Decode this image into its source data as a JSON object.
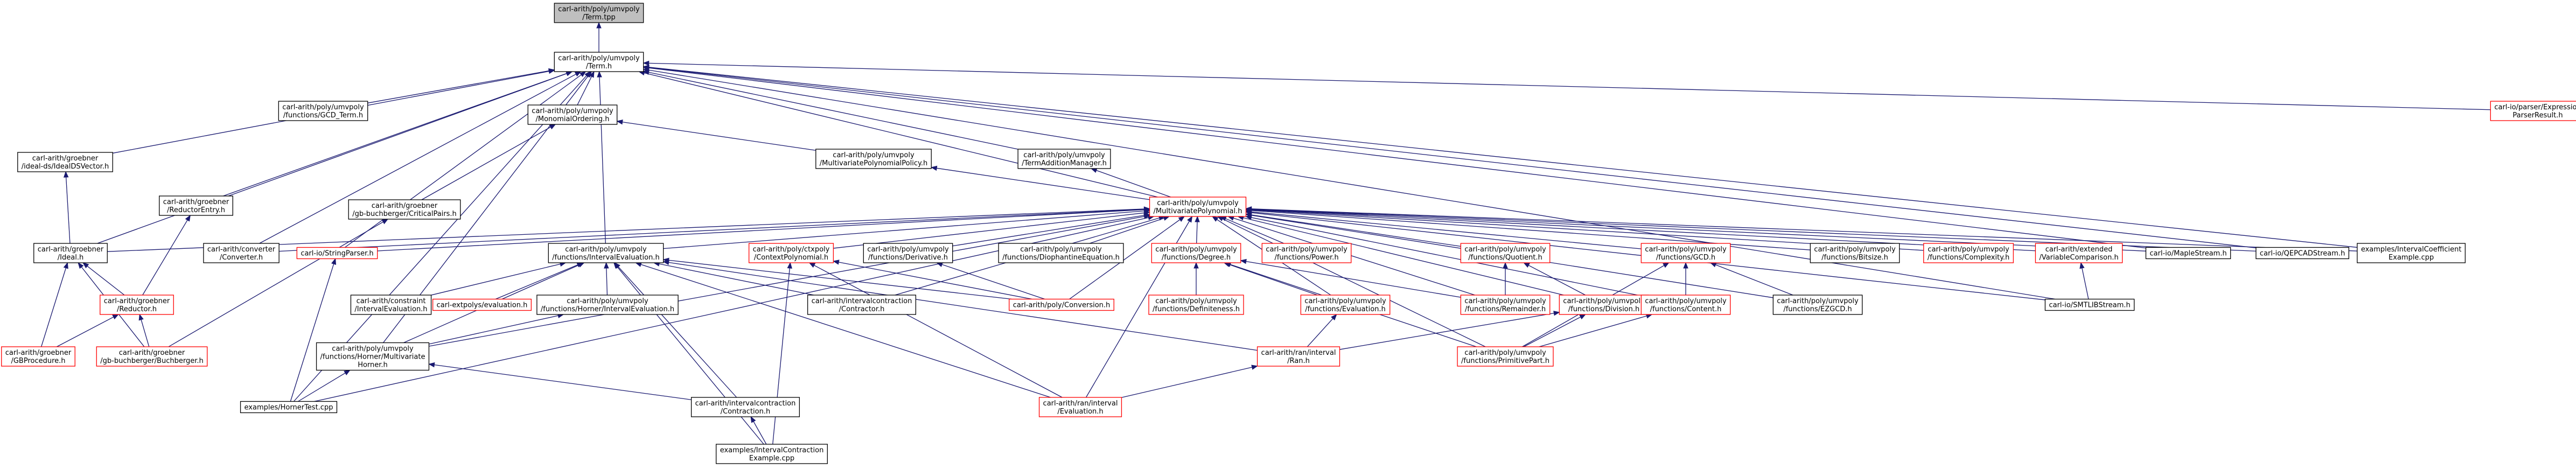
{
  "nodes": [
    {
      "id": "n_root",
      "lines": [
        "carl-arith/poly/umvpoly",
        "/Term.tpp"
      ],
      "style": "root"
    },
    {
      "id": "n_term",
      "lines": [
        "carl-arith/poly/umvpoly",
        "/Term.h"
      ],
      "style": "normal"
    },
    {
      "id": "n_ideal_ds",
      "lines": [
        "carl-arith/groebner",
        "/ideal-ds/IdealDSVector.h"
      ],
      "style": "normal"
    },
    {
      "id": "n_gcd_term",
      "lines": [
        "carl-arith/poly/umvpoly",
        "/functions/GCD_Term.h"
      ],
      "style": "normal"
    },
    {
      "id": "n_mono_order",
      "lines": [
        "carl-arith/poly/umvpoly",
        "/MonomialOrdering.h"
      ],
      "style": "normal"
    },
    {
      "id": "n_parser_expr",
      "lines": [
        "carl-io/parser/Expression",
        "ParserResult.h"
      ],
      "style": "red"
    },
    {
      "id": "n_reductor_entry",
      "lines": [
        "carl-arith/groebner",
        "/ReductorEntry.h"
      ],
      "style": "normal"
    },
    {
      "id": "n_mvp_policy",
      "lines": [
        "carl-arith/poly/umvpoly",
        "/MultivariatePolynomialPolicy.h"
      ],
      "style": "normal"
    },
    {
      "id": "n_term_add",
      "lines": [
        "carl-arith/poly/umvpoly",
        "/TermAdditionManager.h"
      ],
      "style": "normal"
    },
    {
      "id": "n_critical_pairs",
      "lines": [
        "carl-arith/groebner",
        "/gb-buchberger/CriticalPairs.h"
      ],
      "style": "normal"
    },
    {
      "id": "n_mvp",
      "lines": [
        "carl-arith/poly/umvpoly",
        "/MultivariatePolynomial.h"
      ],
      "style": "red"
    },
    {
      "id": "n_ideal",
      "lines": [
        "carl-arith/groebner",
        "/Ideal.h"
      ],
      "style": "normal"
    },
    {
      "id": "n_converter",
      "lines": [
        "carl-arith/converter",
        "/Converter.h"
      ],
      "style": "normal"
    },
    {
      "id": "n_string_parser",
      "lines": [
        "carl-io/StringParser.h"
      ],
      "style": "red"
    },
    {
      "id": "n_interval_eval",
      "lines": [
        "carl-arith/poly/umvpoly",
        "/functions/IntervalEvaluation.h"
      ],
      "style": "normal"
    },
    {
      "id": "n_ctx_poly",
      "lines": [
        "carl-arith/poly/ctxpoly",
        "/ContextPolynomial.h"
      ],
      "style": "red"
    },
    {
      "id": "n_derivative",
      "lines": [
        "carl-arith/poly/umvpoly",
        "/functions/Derivative.h"
      ],
      "style": "normal"
    },
    {
      "id": "n_diophantine",
      "lines": [
        "carl-arith/poly/umvpoly",
        "/functions/DiophantineEquation.h"
      ],
      "style": "normal"
    },
    {
      "id": "n_degree",
      "lines": [
        "carl-arith/poly/umvpoly",
        "/functions/Degree.h"
      ],
      "style": "red"
    },
    {
      "id": "n_power",
      "lines": [
        "carl-arith/poly/umvpoly",
        "/functions/Power.h"
      ],
      "style": "red"
    },
    {
      "id": "n_quotient",
      "lines": [
        "carl-arith/poly/umvpoly",
        "/functions/Quotient.h"
      ],
      "style": "red"
    },
    {
      "id": "n_gcd",
      "lines": [
        "carl-arith/poly/umvpoly",
        "/functions/GCD.h"
      ],
      "style": "red"
    },
    {
      "id": "n_bitsize",
      "lines": [
        "carl-arith/poly/umvpoly",
        "/functions/Bitsize.h"
      ],
      "style": "normal"
    },
    {
      "id": "n_complexity",
      "lines": [
        "carl-arith/poly/umvpoly",
        "/functions/Complexity.h"
      ],
      "style": "red"
    },
    {
      "id": "n_var_compare",
      "lines": [
        "carl-arith/extended",
        "/VariableComparison.h"
      ],
      "style": "red"
    },
    {
      "id": "n_maple",
      "lines": [
        "carl-io/MapleStream.h"
      ],
      "style": "normal"
    },
    {
      "id": "n_qepcad",
      "lines": [
        "carl-io/QEPCADStream.h"
      ],
      "style": "normal"
    },
    {
      "id": "n_interval_coeff",
      "lines": [
        "examples/IntervalCoefficient",
        "Example.cpp"
      ],
      "style": "normal"
    },
    {
      "id": "n_reductor",
      "lines": [
        "carl-arith/groebner",
        "/Reductor.h"
      ],
      "style": "red"
    },
    {
      "id": "n_constraint_ie",
      "lines": [
        "carl-arith/constraint",
        "/IntervalEvaluation.h"
      ],
      "style": "normal"
    },
    {
      "id": "n_extpoly_eval",
      "lines": [
        "carl-extpolys/evaluation.h"
      ],
      "style": "red"
    },
    {
      "id": "n_horner_ie",
      "lines": [
        "carl-arith/poly/umvpoly",
        "/functions/Horner/IntervalEvaluation.h"
      ],
      "style": "normal"
    },
    {
      "id": "n_contractor",
      "lines": [
        "carl-arith/intervalcontraction",
        "/Contractor.h"
      ],
      "style": "normal"
    },
    {
      "id": "n_conversion",
      "lines": [
        "carl-arith/poly/Conversion.h"
      ],
      "style": "red"
    },
    {
      "id": "n_definiteness",
      "lines": [
        "carl-arith/poly/umvpoly",
        "/functions/Definiteness.h"
      ],
      "style": "red"
    },
    {
      "id": "n_evaluation",
      "lines": [
        "carl-arith/poly/umvpoly",
        "/functions/Evaluation.h"
      ],
      "style": "red"
    },
    {
      "id": "n_remainder",
      "lines": [
        "carl-arith/poly/umvpoly",
        "/functions/Remainder.h"
      ],
      "style": "red"
    },
    {
      "id": "n_division",
      "lines": [
        "carl-arith/poly/umvpoly",
        "/functions/Division.h"
      ],
      "style": "red"
    },
    {
      "id": "n_content",
      "lines": [
        "carl-arith/poly/umvpoly",
        "/functions/Content.h"
      ],
      "style": "red"
    },
    {
      "id": "n_ezgcd",
      "lines": [
        "carl-arith/poly/umvpoly",
        "/functions/EZGCD.h"
      ],
      "style": "normal"
    },
    {
      "id": "n_smtlib",
      "lines": [
        "carl-io/SMTLIBStream.h"
      ],
      "style": "normal"
    },
    {
      "id": "n_gb_procedure",
      "lines": [
        "carl-arith/groebner",
        "/GBProcedure.h"
      ],
      "style": "red"
    },
    {
      "id": "n_gb_buchberger",
      "lines": [
        "carl-arith/groebner",
        "/gb-buchberger/Buchberger.h"
      ],
      "style": "red"
    },
    {
      "id": "n_horner_mv",
      "lines": [
        "carl-arith/poly/umvpoly",
        "/functions/Horner/Multivariate",
        "Horner.h"
      ],
      "style": "normal"
    },
    {
      "id": "n_ran_interval",
      "lines": [
        "carl-arith/ran/interval",
        "/Ran.h"
      ],
      "style": "red"
    },
    {
      "id": "n_primitive",
      "lines": [
        "carl-arith/poly/umvpoly",
        "/functions/PrimitivePart.h"
      ],
      "style": "red"
    },
    {
      "id": "n_horner_test",
      "lines": [
        "examples/HornerTest.cpp"
      ],
      "style": "normal"
    },
    {
      "id": "n_ic_contraction",
      "lines": [
        "carl-arith/intervalcontraction",
        "/Contraction.h"
      ],
      "style": "normal"
    },
    {
      "id": "n_ran_eval",
      "lines": [
        "carl-arith/ran/interval",
        "/Evaluation.h"
      ],
      "style": "red"
    },
    {
      "id": "n_ic_example",
      "lines": [
        "examples/IntervalContraction",
        "Example.cpp"
      ],
      "style": "normal"
    }
  ],
  "edges": [
    [
      "n_term",
      "n_root"
    ],
    [
      "n_ideal_ds",
      "n_term"
    ],
    [
      "n_gcd_term",
      "n_term"
    ],
    [
      "n_mono_order",
      "n_term"
    ],
    [
      "n_parser_expr",
      "n_term"
    ],
    [
      "n_reductor_entry",
      "n_term"
    ],
    [
      "n_term_add",
      "n_term"
    ],
    [
      "n_mvp",
      "n_term"
    ],
    [
      "n_ideal",
      "n_term"
    ],
    [
      "n_converter",
      "n_term"
    ],
    [
      "n_string_parser",
      "n_term"
    ],
    [
      "n_interval_eval",
      "n_term"
    ],
    [
      "n_maple",
      "n_term"
    ],
    [
      "n_qepcad",
      "n_term"
    ],
    [
      "n_interval_coeff",
      "n_term"
    ],
    [
      "n_smtlib",
      "n_term"
    ],
    [
      "n_horner_mv",
      "n_term"
    ],
    [
      "n_horner_test",
      "n_term"
    ],
    [
      "n_mvp_policy",
      "n_mono_order"
    ],
    [
      "n_critical_pairs",
      "n_mono_order"
    ],
    [
      "n_mvp",
      "n_mvp_policy"
    ],
    [
      "n_mvp",
      "n_term_add"
    ],
    [
      "n_ideal",
      "n_ideal_ds"
    ],
    [
      "n_reductor",
      "n_reductor_entry"
    ],
    [
      "n_gb_buchberger",
      "n_critical_pairs"
    ],
    [
      "n_gb_procedure",
      "n_ideal"
    ],
    [
      "n_gb_buchberger",
      "n_ideal"
    ],
    [
      "n_reductor",
      "n_ideal"
    ],
    [
      "n_gb_procedure",
      "n_reductor"
    ],
    [
      "n_gb_buchberger",
      "n_reductor"
    ],
    [
      "n_horner_test",
      "n_string_parser"
    ],
    [
      "n_ideal",
      "n_mvp"
    ],
    [
      "n_converter",
      "n_mvp"
    ],
    [
      "n_string_parser",
      "n_mvp"
    ],
    [
      "n_interval_eval",
      "n_mvp"
    ],
    [
      "n_ctx_poly",
      "n_mvp"
    ],
    [
      "n_derivative",
      "n_mvp"
    ],
    [
      "n_diophantine",
      "n_mvp"
    ],
    [
      "n_degree",
      "n_mvp"
    ],
    [
      "n_power",
      "n_mvp"
    ],
    [
      "n_quotient",
      "n_mvp"
    ],
    [
      "n_gcd",
      "n_mvp"
    ],
    [
      "n_bitsize",
      "n_mvp"
    ],
    [
      "n_complexity",
      "n_mvp"
    ],
    [
      "n_var_compare",
      "n_mvp"
    ],
    [
      "n_maple",
      "n_mvp"
    ],
    [
      "n_qepcad",
      "n_mvp"
    ],
    [
      "n_interval_coeff",
      "n_mvp"
    ],
    [
      "n_smtlib",
      "n_mvp"
    ],
    [
      "n_conversion",
      "n_mvp"
    ],
    [
      "n_evaluation",
      "n_mvp"
    ],
    [
      "n_remainder",
      "n_mvp"
    ],
    [
      "n_division",
      "n_mvp"
    ],
    [
      "n_content",
      "n_mvp"
    ],
    [
      "n_primitive",
      "n_mvp"
    ],
    [
      "n_ezgcd",
      "n_mvp"
    ],
    [
      "n_horner_mv",
      "n_mvp"
    ],
    [
      "n_ran_eval",
      "n_mvp"
    ],
    [
      "n_contractor",
      "n_mvp"
    ],
    [
      "n_horner_test",
      "n_mvp"
    ],
    [
      "n_constraint_ie",
      "n_interval_eval"
    ],
    [
      "n_extpoly_eval",
      "n_interval_eval"
    ],
    [
      "n_horner_ie",
      "n_interval_eval"
    ],
    [
      "n_contractor",
      "n_interval_eval"
    ],
    [
      "n_horner_mv",
      "n_interval_eval"
    ],
    [
      "n_ic_contraction",
      "n_interval_eval"
    ],
    [
      "n_ic_example",
      "n_interval_eval"
    ],
    [
      "n_ran_interval",
      "n_interval_eval"
    ],
    [
      "n_ran_eval",
      "n_interval_eval"
    ],
    [
      "n_conversion",
      "n_interval_eval"
    ],
    [
      "n_horner_mv",
      "n_horner_ie"
    ],
    [
      "n_conversion",
      "n_ctx_poly"
    ],
    [
      "n_ran_eval",
      "n_ctx_poly"
    ],
    [
      "n_ic_example",
      "n_ctx_poly"
    ],
    [
      "n_conversion",
      "n_derivative"
    ],
    [
      "n_definiteness",
      "n_degree"
    ],
    [
      "n_evaluation",
      "n_degree"
    ],
    [
      "n_remainder",
      "n_degree"
    ],
    [
      "n_primitive",
      "n_degree"
    ],
    [
      "n_remainder",
      "n_quotient"
    ],
    [
      "n_division",
      "n_quotient"
    ],
    [
      "n_content",
      "n_gcd"
    ],
    [
      "n_ezgcd",
      "n_gcd"
    ],
    [
      "n_primitive",
      "n_gcd"
    ],
    [
      "n_smtlib",
      "n_var_compare"
    ],
    [
      "n_ran_interval",
      "n_evaluation"
    ],
    [
      "n_ran_interval",
      "n_division"
    ],
    [
      "n_primitive",
      "n_division"
    ],
    [
      "n_primitive",
      "n_content"
    ],
    [
      "n_ran_eval",
      "n_ran_interval"
    ],
    [
      "n_horner_test",
      "n_horner_mv"
    ],
    [
      "n_ic_contraction",
      "n_horner_mv"
    ],
    [
      "n_ic_example",
      "n_ic_contraction"
    ]
  ]
}
